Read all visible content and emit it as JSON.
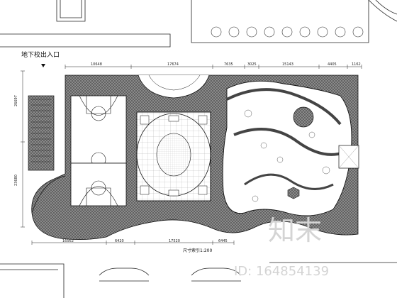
{
  "entrance_label": "地下校出入口",
  "scale_label": "尺寸索引1:200",
  "watermark_mark": "知末",
  "watermark_id": "ID: 164854139",
  "top_dimensions": [
    "10648",
    "17674",
    "7635",
    "3025",
    "15143",
    "4405",
    "1162"
  ],
  "bottom_dimensions": [
    "16562",
    "6420",
    "17520",
    "6445"
  ],
  "left_dimensions": [
    "26697",
    "23680"
  ],
  "colors": {
    "line": "#1a1a1a",
    "paving": "#6d6d6d",
    "background": "#ffffff",
    "watermark": "#d4d4d4"
  }
}
